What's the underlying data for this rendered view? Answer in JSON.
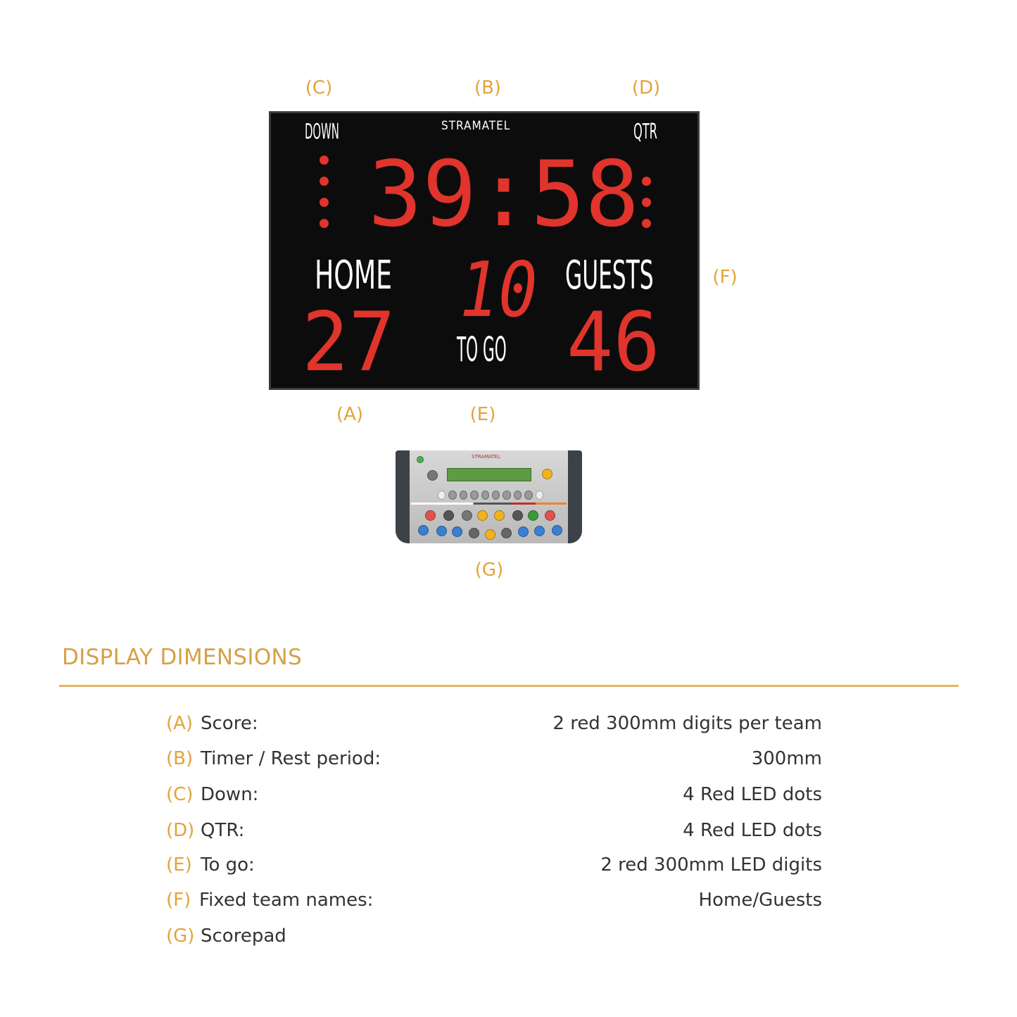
{
  "accent_color": "#e3a33a",
  "led_color": "#e0342c",
  "callouts": {
    "a": "(A)",
    "b": "(B)",
    "c": "(C)",
    "d": "(D)",
    "e": "(E)",
    "f": "(F)",
    "g": "(G)"
  },
  "scoreboard": {
    "brand": "STRAMATEL",
    "down_label": "DOWN",
    "qtr_label": "QTR",
    "timer": "39:58",
    "home_label": "HOME",
    "guests_label": "GUESTS",
    "home_score": "27",
    "guests_score": "46",
    "to_go_value": "10",
    "to_go_label": "TO GO",
    "down_dots_lit": 4,
    "qtr_dots_lit": 3
  },
  "scorepad": {
    "brand": "STRAMATEL"
  },
  "section": {
    "title": "DISPLAY DIMENSIONS",
    "rows": [
      {
        "key": "(A)",
        "label": "Score:",
        "value": "2 red 300mm digits per team"
      },
      {
        "key": "(B)",
        "label": "Timer / Rest period:",
        "value": "300mm"
      },
      {
        "key": "(C)",
        "label": "Down:",
        "value": "4 Red LED dots"
      },
      {
        "key": "(D)",
        "label": "QTR:",
        "value": "4 Red LED dots"
      },
      {
        "key": "(E)",
        "label": "To go:",
        "value": "2 red 300mm LED digits"
      },
      {
        "key": "(F)",
        "label": "Fixed team names:",
        "value": "Home/Guests"
      },
      {
        "key": "(G)",
        "label": "Scorepad",
        "value": ""
      }
    ]
  }
}
